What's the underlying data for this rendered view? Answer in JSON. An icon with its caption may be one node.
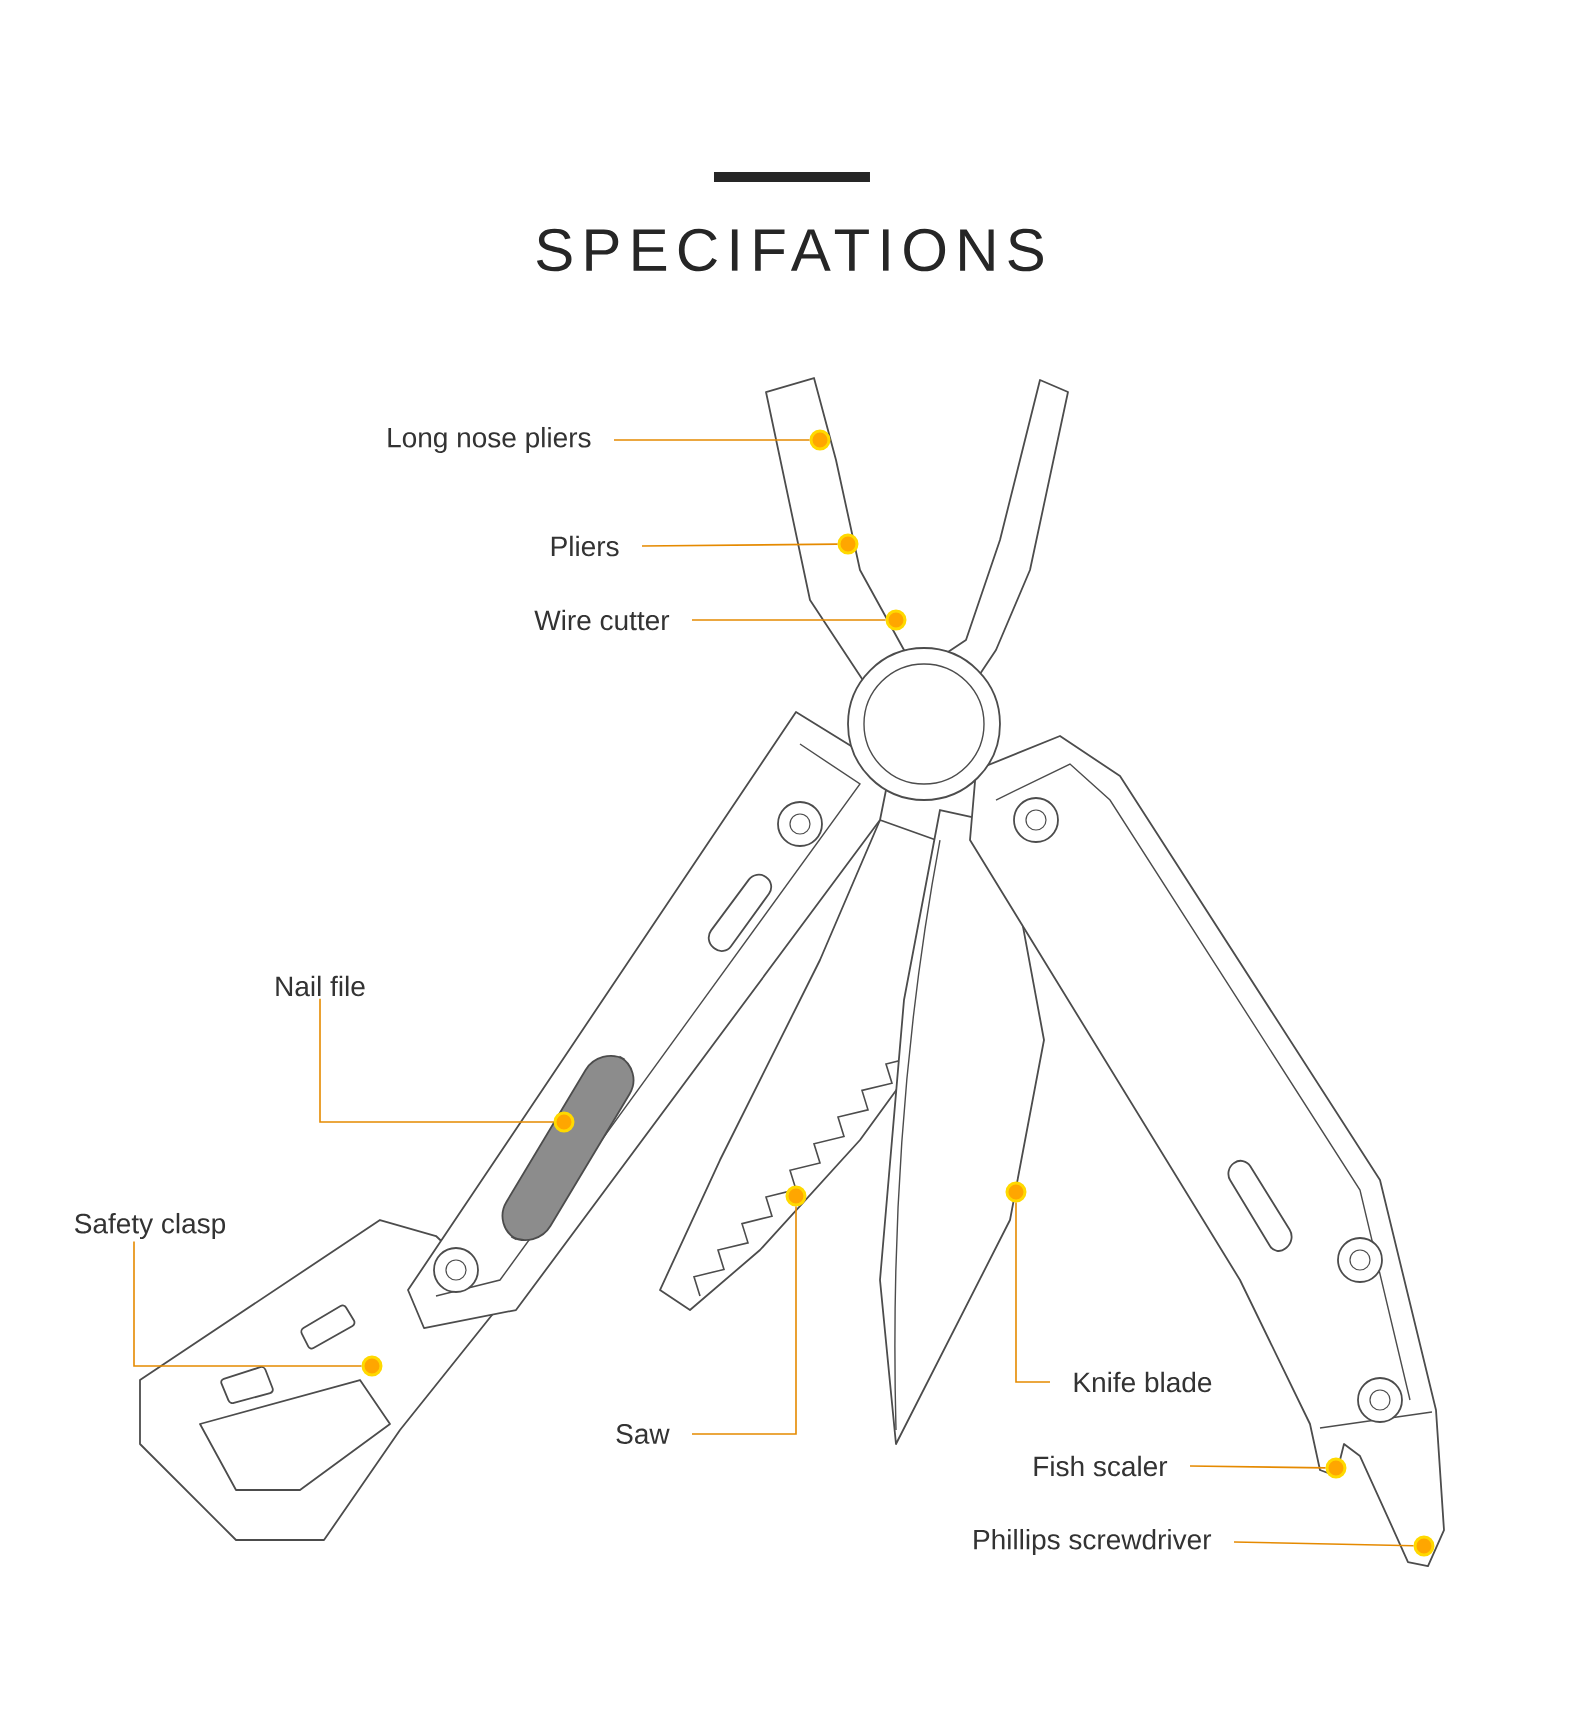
{
  "diagram": {
    "title": "SPECIFATIONS",
    "nodes": [
      {
        "text": [
          "Long nose pliers"
        ]
      },
      {
        "text": [],
        "shape": "circle"
      },
      {
        "text": [
          "Pliers"
        ]
      },
      {
        "text": [],
        "shape": "circle"
      },
      {
        "text": [
          "Wire cutter"
        ]
      },
      {
        "text": [],
        "shape": "circle"
      },
      {
        "text": [
          "Nail file"
        ]
      },
      {
        "text": [],
        "shape": "circle"
      },
      {
        "text": [
          "Safety clasp"
        ]
      },
      {
        "text": [],
        "shape": "circle"
      },
      {
        "text": [
          "Saw"
        ]
      },
      {
        "text": [],
        "shape": "circle"
      },
      {
        "text": [
          "Knife blade"
        ]
      },
      {
        "text": [],
        "shape": "circle"
      },
      {
        "text": [
          "Fish scaler"
        ]
      },
      {
        "text": [],
        "shape": "circle"
      },
      {
        "text": [
          "Phillips screwdriver"
        ]
      },
      {
        "text": [],
        "shape": "circle"
      }
    ],
    "edges": [
      {
        "from": 0,
        "to": 1,
        "arrow": "none"
      },
      {
        "from": 2,
        "to": 3,
        "arrow": "none"
      },
      {
        "from": 4,
        "to": 5,
        "arrow": "none"
      },
      {
        "from": 6,
        "to": 7,
        "arrow": "none"
      },
      {
        "from": 8,
        "to": 9,
        "arrow": "none"
      },
      {
        "from": 10,
        "to": 11,
        "arrow": "none"
      },
      {
        "from": 12,
        "to": 13,
        "arrow": "none"
      },
      {
        "from": 14,
        "to": 15,
        "arrow": "none"
      },
      {
        "from": 16,
        "to": 17,
        "arrow": "none"
      }
    ]
  }
}
